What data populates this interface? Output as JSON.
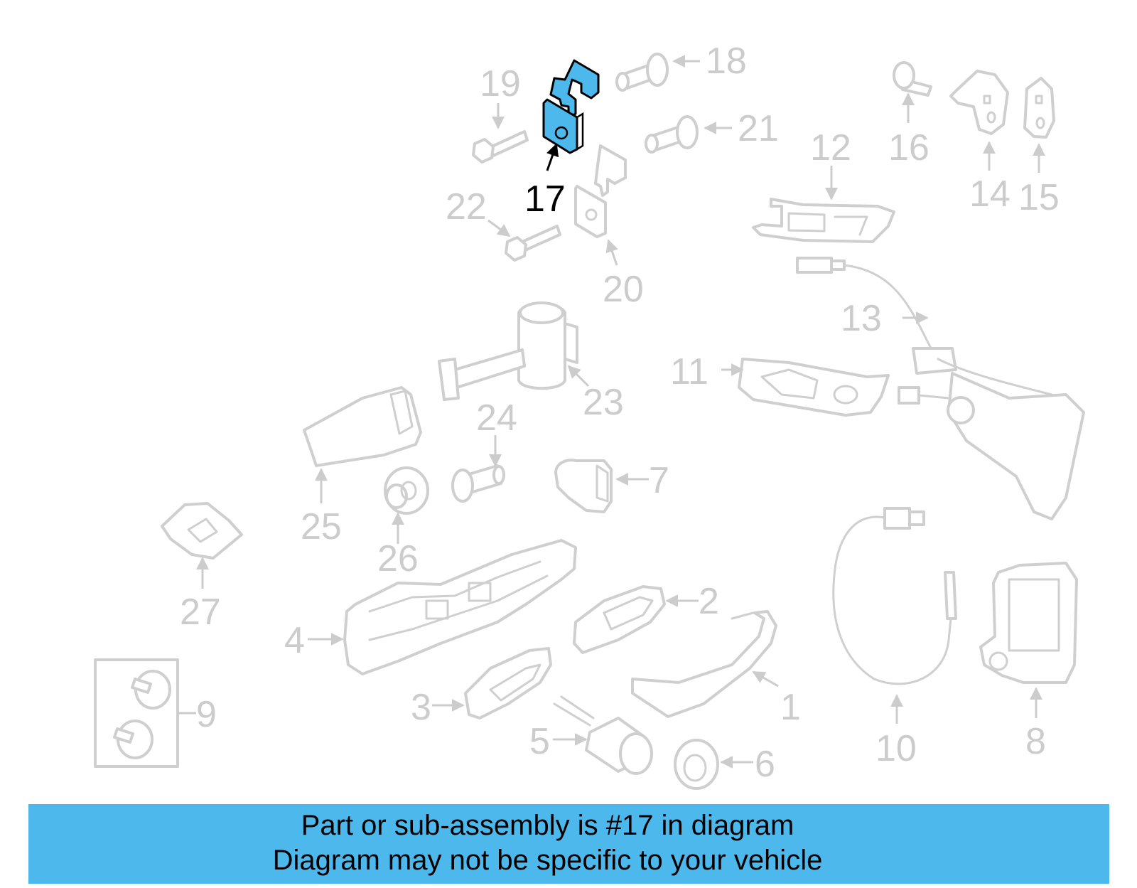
{
  "banner": {
    "line1": "Part or sub-assembly is #17 in diagram",
    "line2": "Diagram may not be specific to your vehicle"
  },
  "highlight": {
    "part_number": "17",
    "color": "#4db8ec"
  },
  "colors": {
    "inactive": "#cccccc",
    "active": "#000000",
    "banner_bg": "#4db8ec"
  },
  "callouts": {
    "c1": "1",
    "c2": "2",
    "c3": "3",
    "c4": "4",
    "c5": "5",
    "c6": "6",
    "c7": "7",
    "c8": "8",
    "c9": "9",
    "c10": "10",
    "c11": "11",
    "c12": "12",
    "c13": "13",
    "c14": "14",
    "c15": "15",
    "c16": "16",
    "c17": "17",
    "c18": "18",
    "c19": "19",
    "c20": "20",
    "c21": "21",
    "c22": "22",
    "c23": "23",
    "c24": "24",
    "c25": "25",
    "c26": "26",
    "c27": "27"
  }
}
